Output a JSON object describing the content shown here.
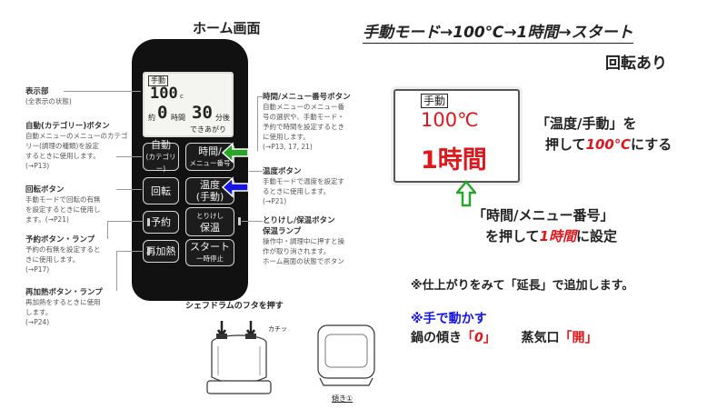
{
  "home_label": "ホーム画面",
  "panel": {
    "lcd": {
      "mode": "手動",
      "temp": "100",
      "temp_unit": "c",
      "yaku": "約",
      "hours": "0",
      "hours_unit": "時間",
      "minutes": "30",
      "minutes_unit": "分後",
      "done": "できあがり"
    },
    "buttons": {
      "auto": {
        "main": "自動",
        "sub": "(カテゴリー)"
      },
      "time_menu": {
        "main": "時間/",
        "sub": "メニュー番号"
      },
      "rotate": {
        "main": "回転"
      },
      "temp_manual": {
        "main": "温度",
        "sub": "(手動)"
      },
      "reserve": {
        "main": "予約"
      },
      "toriwake": {
        "main": "とりけし",
        "sub": "保温"
      },
      "reheat": {
        "main": "再加熱"
      },
      "start": {
        "main": "スタート",
        "sub": "一時停止"
      }
    }
  },
  "annotations": {
    "display": {
      "title": "表示部",
      "body": [
        "(全表示の状態)"
      ]
    },
    "auto_button": {
      "title": "自動(カテゴリー)ボタン",
      "body": [
        "自動メニューのメニューのカテゴ",
        "リー(調理の種類)を設定",
        "するときに使用します。",
        "(→P13)"
      ]
    },
    "rotate_button": {
      "title": "回転ボタン",
      "body": [
        "手動モードで回転の有無",
        "を設定するときに使用し",
        "ます。(→P21)"
      ]
    },
    "reserve_button": {
      "title": "予約ボタン・ランプ",
      "body": [
        "予約の有無を設定すると",
        "きに使用します。",
        "(→P17)"
      ]
    },
    "reheat_button": {
      "title": "再加熱ボタン・ランプ",
      "body": [
        "再加熱をするときに使用",
        "します。",
        "(→P24)"
      ]
    },
    "time_menu_button": {
      "title": "時間/メニュー番号ボタン",
      "body": [
        "自動メニューのメニュー番",
        "号の選択や、手動モード・",
        "予約で時間を設定するとき",
        "に使用します。",
        "(→P13, 17, 21)"
      ]
    },
    "temp_button": {
      "title": "温度ボタン",
      "body": [
        "手動モードで温度を設定す",
        "るときに使用します。",
        "(→P21)"
      ]
    },
    "toriwake_button": {
      "title": "とりけし/保温ボタン",
      "title2": "保温ランプ",
      "body": [
        "操作中・調理中に押すと操",
        "作が取り消されます。",
        "ホーム画面の状態でボタン"
      ]
    }
  },
  "header": {
    "sequence": "手動モード→100℃→1時間→スタート",
    "rotation": "回転あり"
  },
  "result_lcd": {
    "mode": "手動",
    "temp": "100℃",
    "time": "1時間"
  },
  "instructions": {
    "temp_line1": "「温度/手動」を",
    "temp_line2_a": "押して",
    "temp_value": "100℃",
    "temp_line2_b": "にする",
    "time_line1": "「時間/メニュー番号」",
    "time_line2_a": "を押して",
    "time_value": "1時間",
    "time_line2_b": "に設定"
  },
  "note": "※仕上がりをみて「延長」で追加します。",
  "manual": {
    "heading": "※手で動かす",
    "tilt_label": "鍋の傾き",
    "tilt_open": "「",
    "tilt_value": "0",
    "tilt_close": "」",
    "steam_label": "蒸気口",
    "steam_open": "「",
    "steam_value": "開",
    "steam_close": "」"
  },
  "illustration": {
    "caption": "シェフドラムのフタを押す",
    "click": "カチッ",
    "tilt_caption": "傾き①"
  },
  "colors": {
    "red": "#e0161b",
    "blue": "#1515e8",
    "green": "#2aa52a",
    "panel": "#111111"
  }
}
